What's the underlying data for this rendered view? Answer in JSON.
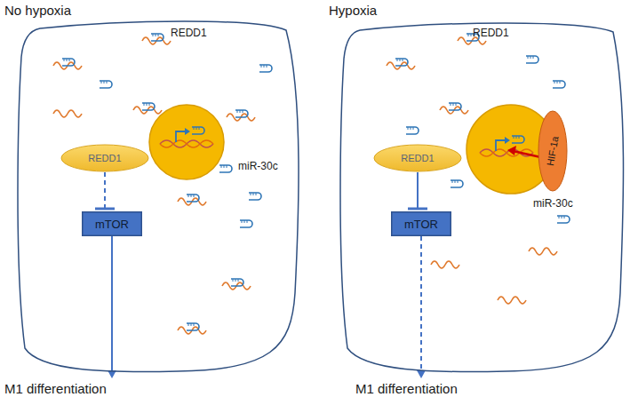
{
  "diagram": {
    "nodes": [
      {
        "text": [
          "No hypoxia"
        ]
      },
      {
        "text": [
          "REDD1"
        ],
        "in": 0
      },
      {
        "text": [
          "mTOR"
        ],
        "in": 0
      },
      {
        "text": [
          "M1 differentiation"
        ]
      },
      {
        "text": [
          "Hypoxia"
        ]
      },
      {
        "text": [
          "REDD1"
        ],
        "in": 4
      },
      {
        "text": [
          "mTOR"
        ],
        "in": 4
      },
      {
        "text": [
          "HIF-1a"
        ],
        "in": 4
      },
      {
        "text": [
          "M1 differentiation"
        ]
      }
    ],
    "edges": [
      {
        "from": 1,
        "to": 2,
        "arrow": "to"
      },
      {
        "from": 2,
        "to": 3,
        "arrow": "to"
      },
      {
        "from": 5,
        "to": 6,
        "arrow": "to"
      },
      {
        "from": 6,
        "to": 8,
        "arrow": "to"
      }
    ],
    "labels": [
      "REDD1",
      "miR-30c",
      "REDD1",
      "miR-30c"
    ]
  }
}
